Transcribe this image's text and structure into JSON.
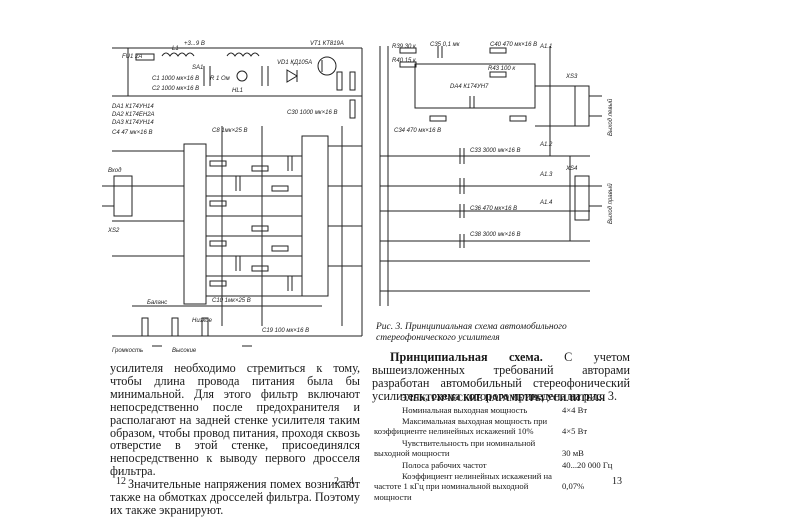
{
  "left_page": {
    "schematic_labels": {
      "supply": "+3...9 В",
      "vt1": "VT1 КТ819А",
      "fu1": "FU1 2А",
      "sa1": "SA1",
      "hl1": "HL1",
      "l1": "L1",
      "c1": "C1 1000 мк×16 В",
      "c2": "C2 1000 мк×16 В",
      "r_ohm": "R 1 Ом",
      "vd1": "VD1 КД105А",
      "da1_note": "DA1 К174УН14",
      "da2_note": "DA2 К174ЕН2А",
      "da3_note": "DA3 К174УН14",
      "c4": "C4 47 мк×16 В",
      "input": "Вход",
      "xs2": "XS2",
      "c8": "C8 1мк×25 В",
      "c10": "C10 1мк×25 В",
      "c30": "C30 1000 мк×16 В",
      "c19": "C19 100 мк×16 В",
      "balance": "Баланс",
      "bass": "Низкие",
      "treble": "Высокие",
      "volume": "Громкость"
    },
    "paragraphs": [
      "усилителя необходимо стремиться к тому, чтобы длина провода питания была бы минимальной. Для этого фильтр включают непосредственно после предохранителя и располагают на задней стенке усилителя таким образом, чтобы провод питания, проходя сквозь отверстие в этой стенке, присоединялся непосредственно к выводу первого дросселя фильтра.",
      "Значительные напряжения помех возникают также на обмотках дросселей фильтра. Поэтому их также экранируют."
    ],
    "page_number": "12",
    "signature_mark": "2—4"
  },
  "right_page": {
    "schematic_labels": {
      "r39": "R39 30 к",
      "r40": "R40 15 к",
      "c35": "C35 0,1 мк",
      "c40": "C40 470 мк×16 В",
      "da4": "DA4 К174УН7",
      "r43": "R43 100 к",
      "a11": "А1.1",
      "a12": "А1.2",
      "a13": "А1.3",
      "a14": "А1.4",
      "xs3": "XS3",
      "xs4": "XS4",
      "c34": "C34 470 мк×16 В",
      "c33": "C33 3000 мк×16 В",
      "c36": "C36 470 мк×16 В",
      "c38": "C38 3000 мк×16 В",
      "out_left": "Выход левый",
      "out_right": "Выход правый"
    },
    "caption": "Рис. 3. Принципиальная схема автомобильного стереофонического усилителя",
    "intro_bold": "Принципиальная схема.",
    "intro_rest": " С учетом вышеизложенных требований авторами разработан автомобильный стереофонический усилитель, схема которого приведена на рис. 3.",
    "specs_title": "ЭЛЕКТРИЧЕСКИЕ ПАРАМЕТРЫ УСИЛИТЕЛЯ",
    "specs": [
      {
        "label": "Номинальная выходная мощность",
        "value": "4×4 Вт"
      },
      {
        "label": "Максимальная выходная мощность при коэффициенте нелинейных искажений 10%",
        "value": "4×5 Вт"
      },
      {
        "label": "Чувствительность при номинальной выходной мощности",
        "value": "30 мВ"
      },
      {
        "label": "Полоса рабочих частот",
        "value": "40...20 000 Гц"
      },
      {
        "label": "Коэффициент нелинейных искажений на частоте 1 кГц при номинальной выходной мощности",
        "value": "0,07%"
      }
    ],
    "page_number": "13"
  }
}
